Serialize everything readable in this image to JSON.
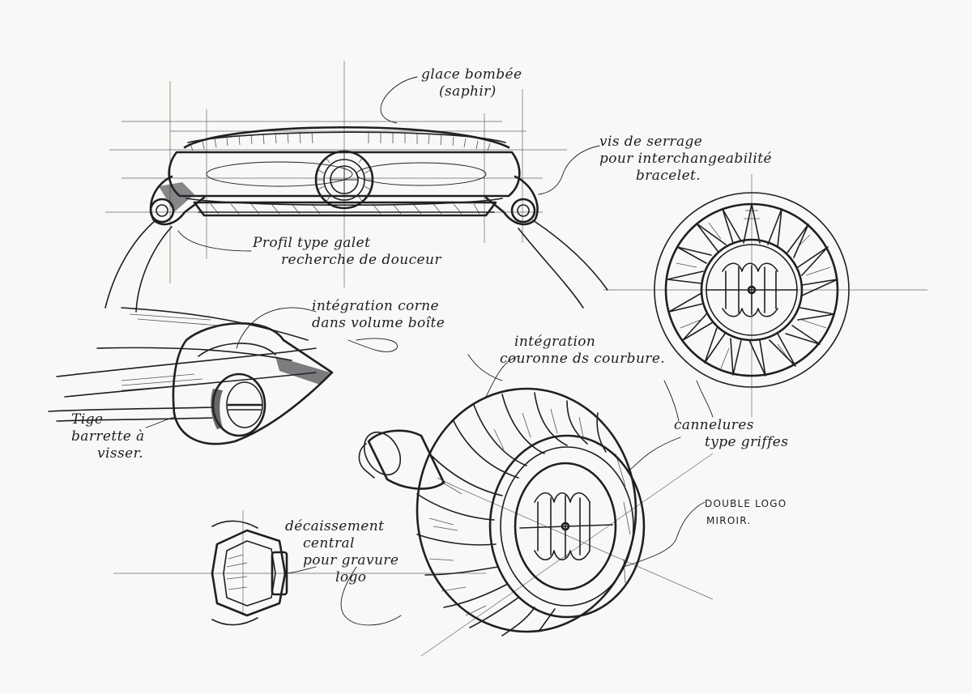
{
  "annotations": {
    "glass": {
      "line1": "glace bombée",
      "line2": "(saphir)"
    },
    "screw": {
      "line1": "vis de serrage",
      "line2": "pour interchangeabilité",
      "line3": "bracelet."
    },
    "profile": {
      "line1": "Profil type galet",
      "line2": "recherche de douceur"
    },
    "lug": {
      "line1": "intégration corne",
      "line2": "dans volume boîte"
    },
    "crown": {
      "line1": "intégration",
      "line2": "couronne ds courbure."
    },
    "bar": {
      "line1": "Tige",
      "line2": "barrette à",
      "line3": "visser."
    },
    "flutes": {
      "line1": "cannelures",
      "line2": "type griffes"
    },
    "logo": {
      "line1": "DOUBLE LOGO",
      "line2": "MIROIR."
    },
    "recess": {
      "line1": "décaissement",
      "line2": "central",
      "line3": "pour gravure",
      "line4": "logo"
    }
  },
  "colors": {
    "ink": "#1f1f24",
    "paper": "#f8f8f6"
  }
}
